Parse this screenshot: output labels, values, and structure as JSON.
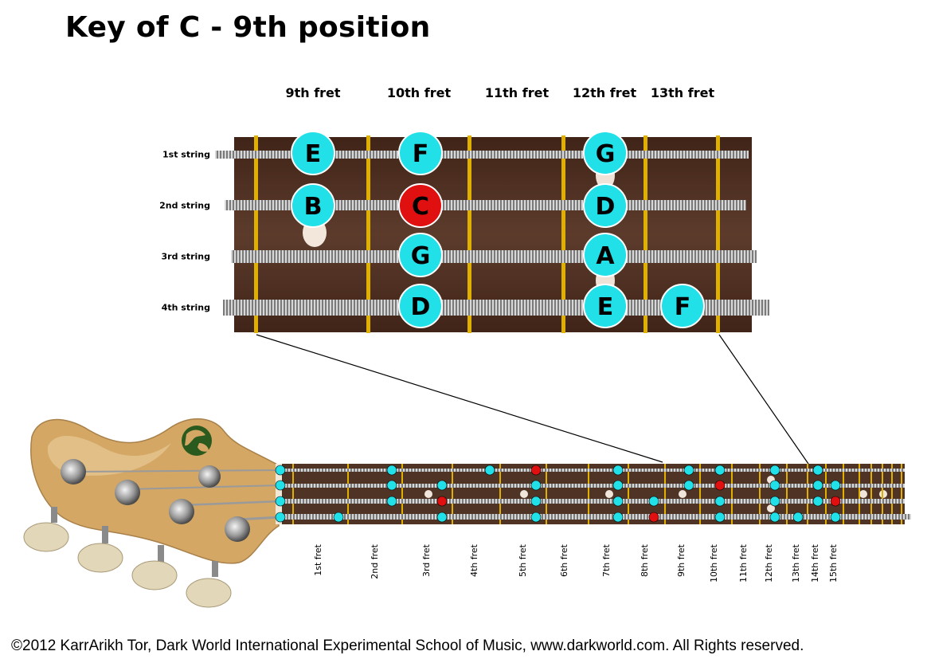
{
  "title": "Key of C - 9th position",
  "zoom": {
    "fret_headers": [
      "9th fret",
      "10th fret",
      "11th fret",
      "12th fret",
      "13th fret"
    ],
    "string_labels": [
      "1st string",
      "2nd string",
      "3rd string",
      "4th string"
    ],
    "notes": [
      {
        "string": 1,
        "fret": 9,
        "label": "E",
        "root": false
      },
      {
        "string": 1,
        "fret": 10,
        "label": "F",
        "root": false
      },
      {
        "string": 1,
        "fret": 12,
        "label": "G",
        "root": false
      },
      {
        "string": 2,
        "fret": 9,
        "label": "B",
        "root": false
      },
      {
        "string": 2,
        "fret": 10,
        "label": "C",
        "root": true
      },
      {
        "string": 2,
        "fret": 12,
        "label": "D",
        "root": false
      },
      {
        "string": 3,
        "fret": 10,
        "label": "G",
        "root": false
      },
      {
        "string": 3,
        "fret": 12,
        "label": "A",
        "root": false
      },
      {
        "string": 4,
        "fret": 10,
        "label": "D",
        "root": false
      },
      {
        "string": 4,
        "fret": 12,
        "label": "E",
        "root": false
      },
      {
        "string": 4,
        "fret": 13,
        "label": "F",
        "root": false
      }
    ]
  },
  "neck": {
    "fret_labels": [
      "1st fret",
      "2nd fret",
      "3rd fret",
      "4th fret",
      "5th fret",
      "6th fret",
      "7th fret",
      "8th fret",
      "9th fret",
      "10th fret",
      "11th fret",
      "12th fret",
      "13th fret",
      "14th fret",
      "15th fret"
    ],
    "dots": [
      {
        "string": 1,
        "fret": 0,
        "root": false
      },
      {
        "string": 2,
        "fret": 0,
        "root": false
      },
      {
        "string": 3,
        "fret": 0,
        "root": false
      },
      {
        "string": 4,
        "fret": 0,
        "root": false
      },
      {
        "string": 1,
        "fret": 2,
        "root": false
      },
      {
        "string": 2,
        "fret": 2,
        "root": false
      },
      {
        "string": 3,
        "fret": 2,
        "root": false
      },
      {
        "string": 4,
        "fret": 1,
        "root": false
      },
      {
        "string": 2,
        "fret": 3,
        "root": false
      },
      {
        "string": 3,
        "fret": 3,
        "root": true
      },
      {
        "string": 4,
        "fret": 3,
        "root": false
      },
      {
        "string": 1,
        "fret": 4,
        "root": false
      },
      {
        "string": 1,
        "fret": 5,
        "root": true
      },
      {
        "string": 2,
        "fret": 5,
        "root": false
      },
      {
        "string": 3,
        "fret": 5,
        "root": false
      },
      {
        "string": 4,
        "fret": 5,
        "root": false
      },
      {
        "string": 1,
        "fret": 7,
        "root": false
      },
      {
        "string": 2,
        "fret": 7,
        "root": false
      },
      {
        "string": 3,
        "fret": 7,
        "root": false
      },
      {
        "string": 4,
        "fret": 7,
        "root": false
      },
      {
        "string": 3,
        "fret": 8,
        "root": false
      },
      {
        "string": 4,
        "fret": 8,
        "root": true
      },
      {
        "string": 1,
        "fret": 9,
        "root": false
      },
      {
        "string": 2,
        "fret": 9,
        "root": false
      },
      {
        "string": 1,
        "fret": 10,
        "root": false
      },
      {
        "string": 2,
        "fret": 10,
        "root": true
      },
      {
        "string": 3,
        "fret": 10,
        "root": false
      },
      {
        "string": 4,
        "fret": 10,
        "root": false
      },
      {
        "string": 1,
        "fret": 12,
        "root": false
      },
      {
        "string": 2,
        "fret": 12,
        "root": false
      },
      {
        "string": 3,
        "fret": 12,
        "root": false
      },
      {
        "string": 4,
        "fret": 12,
        "root": false
      },
      {
        "string": 4,
        "fret": 13,
        "root": false
      },
      {
        "string": 1,
        "fret": 14,
        "root": false
      },
      {
        "string": 2,
        "fret": 14,
        "root": false
      },
      {
        "string": 3,
        "fret": 14,
        "root": false
      },
      {
        "string": 2,
        "fret": 15,
        "root": false
      },
      {
        "string": 3,
        "fret": 15,
        "root": true
      },
      {
        "string": 4,
        "fret": 15,
        "root": false
      }
    ]
  },
  "colors": {
    "note": "#22e0e8",
    "root": "#e01010",
    "wood": "#5a3626",
    "fret": "#e0b000",
    "headstock": "#d4a764"
  },
  "footer": "©2012 KarrArikh Tor, Dark World International Experimental School of Music, www.darkworld.com. All Rights reserved."
}
